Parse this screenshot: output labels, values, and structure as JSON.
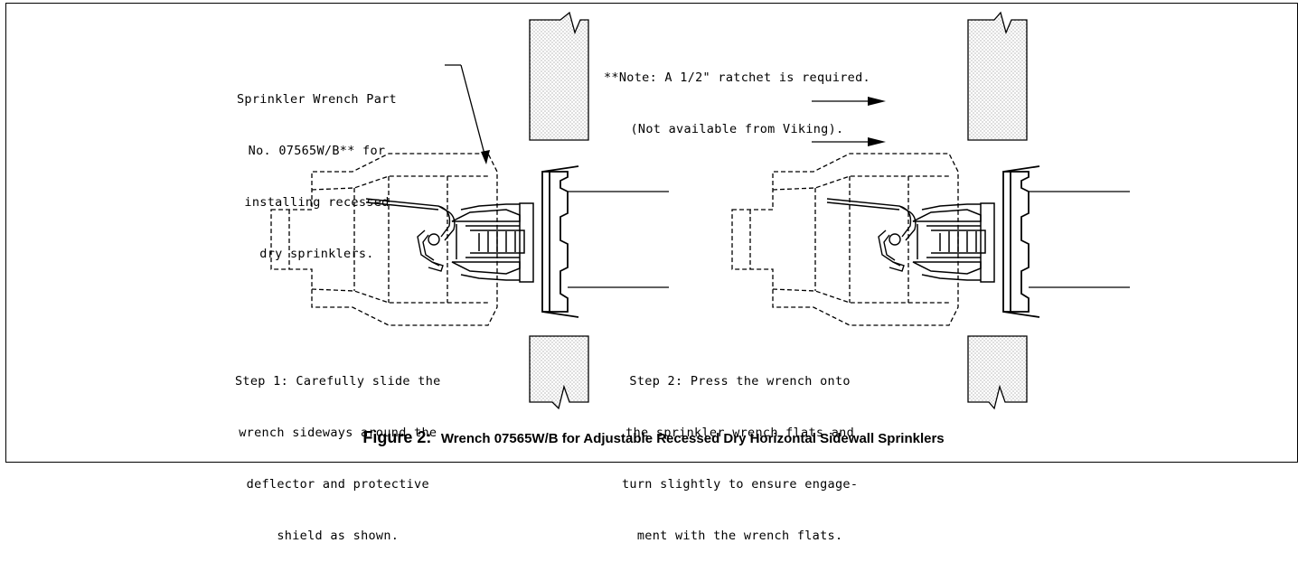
{
  "notes": {
    "part_callout": [
      "Sprinkler Wrench Part",
      "No. 07565W/B** for",
      "installing recessed",
      "dry sprinklers."
    ],
    "ratchet_note": [
      "**Note: A 1/2\" ratchet is required.",
      "(Not available from Viking)."
    ],
    "step1": [
      "Step 1: Carefully slide the",
      "wrench sideways around the",
      "deflector and protective",
      "shield as shown."
    ],
    "step2": [
      "Step 2: Press the wrench onto",
      "the sprinkler wrench flats and",
      "turn slightly to ensure engage-",
      "ment with the wrench flats."
    ]
  },
  "caption": {
    "label": "Figure 2:",
    "text": "Wrench 07565W/B for Adjustable Recessed Dry Horizontal Sidewall Sprinklers"
  },
  "colors": {
    "line": "#000000",
    "stipple": "#8a8a8a",
    "background": "#ffffff"
  }
}
